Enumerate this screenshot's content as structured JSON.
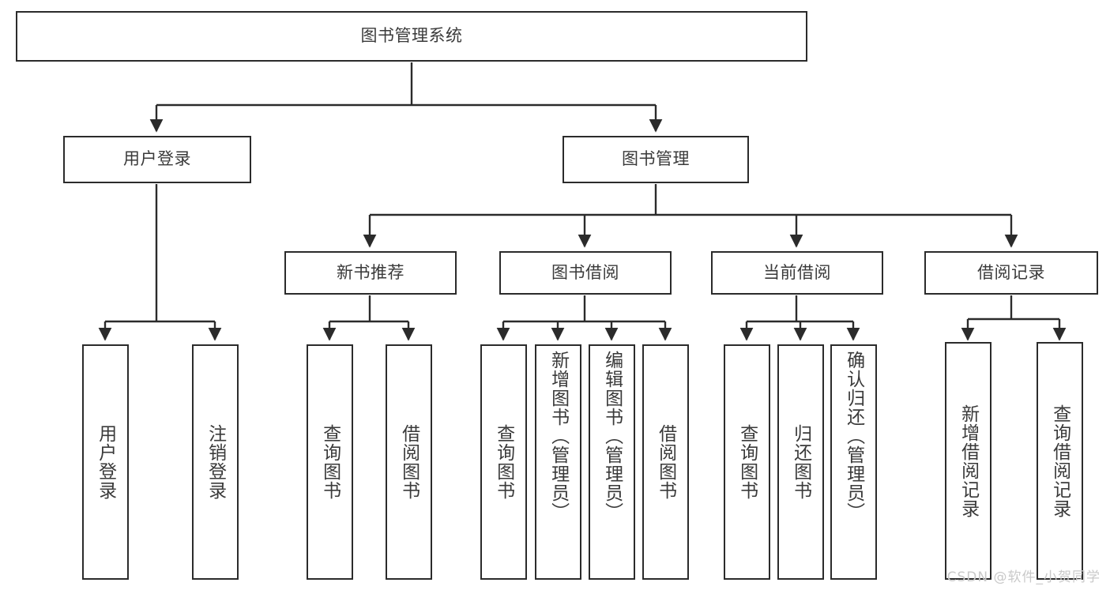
{
  "diagram": {
    "type": "tree-hierarchy",
    "title": "图书管理系统",
    "watermark": "CSDN @软件_小贺同学",
    "colors": {
      "background": "#ffffff",
      "box_border": "#2b2b2b",
      "box_fill": "#ffffff",
      "text": "#3a3a3a",
      "edge": "#2b2b2b",
      "watermark": "#c9c9c9"
    },
    "root": {
      "label": "图书管理系统"
    },
    "level2": [
      {
        "label": "用户登录"
      },
      {
        "label": "图书管理"
      }
    ],
    "level3": [
      {
        "label": "新书推荐"
      },
      {
        "label": "图书借阅"
      },
      {
        "label": "当前借阅"
      },
      {
        "label": "借阅记录"
      }
    ],
    "leaves": {
      "user_login": [
        {
          "label": "用户登录"
        },
        {
          "label": "注销登录"
        }
      ],
      "new_book": [
        {
          "label": "查询图书"
        },
        {
          "label": "借阅图书"
        }
      ],
      "book_borrow": [
        {
          "label": "查询图书"
        },
        {
          "label": "新增图书（管理员）"
        },
        {
          "label": "编辑图书（管理员）"
        },
        {
          "label": "借阅图书"
        }
      ],
      "current_borrow": [
        {
          "label": "查询图书"
        },
        {
          "label": "归还图书"
        },
        {
          "label": "确认归还（管理员）"
        }
      ],
      "borrow_record": [
        {
          "label": "新增借阅记录"
        },
        {
          "label": "查询借阅记录"
        }
      ]
    }
  }
}
